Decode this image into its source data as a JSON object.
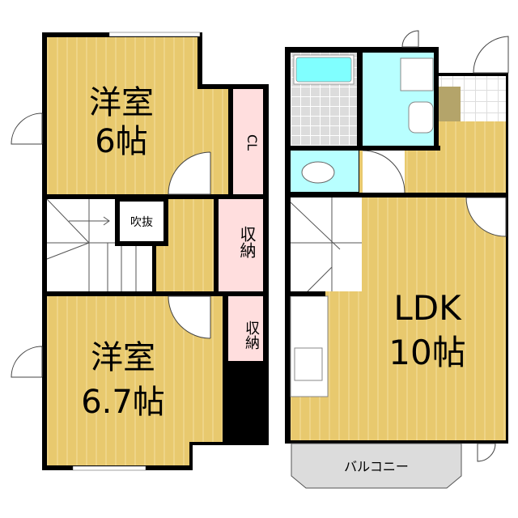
{
  "floor2": {
    "room_top": {
      "name": "洋室",
      "size": "6帖"
    },
    "closet": "CL",
    "void": "吹抜",
    "storage_mid": "収納",
    "storage_low": "収納",
    "room_bottom": {
      "name": "洋室",
      "size": "6.7帖"
    }
  },
  "floor1": {
    "ldk": {
      "name": "LDK",
      "size": "10帖"
    },
    "balcony": "バルコニー"
  },
  "colors": {
    "wood": "#e8c96e",
    "storage": "#ffdede",
    "water": "#b8ffff",
    "tile": "#dcdcdc",
    "shoe": "#b4a46a"
  }
}
